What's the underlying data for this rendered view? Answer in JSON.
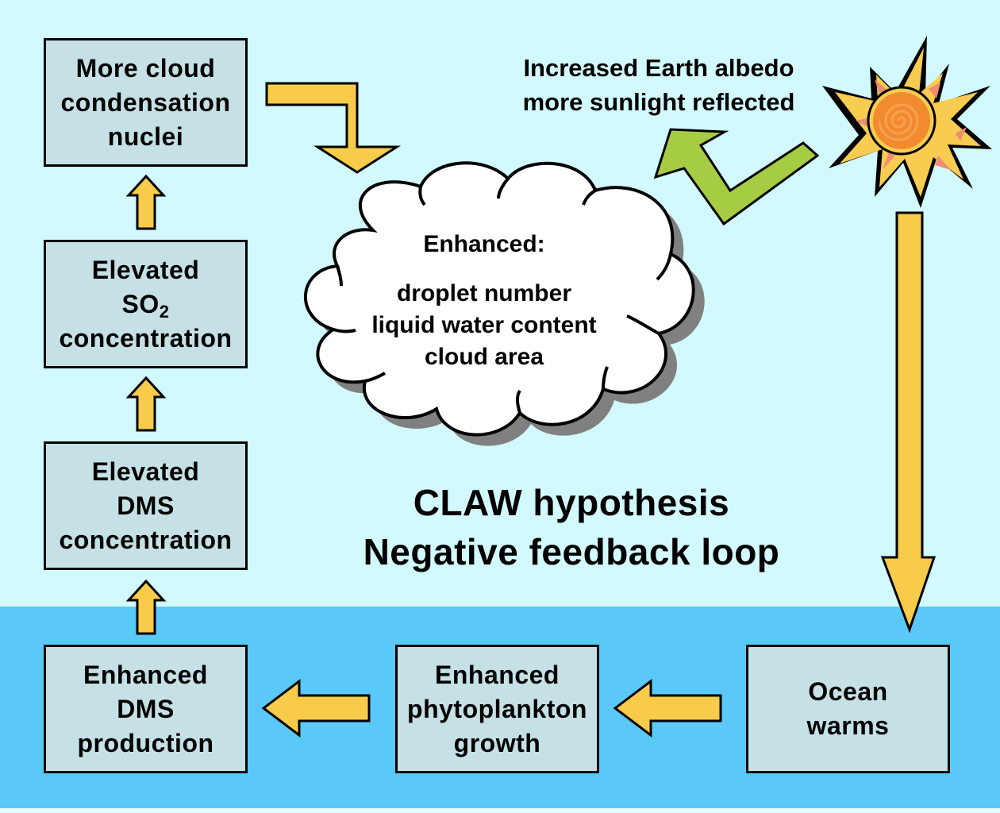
{
  "diagram": {
    "title_line1": "CLAW hypothesis",
    "title_line2": "Negative feedback loop",
    "albedo_label": {
      "line1": "Increased Earth albedo",
      "line2": "more sunlight reflected"
    },
    "cloud": {
      "heading": "Enhanced:",
      "items": [
        "droplet number",
        "liquid water content",
        "cloud area"
      ]
    },
    "boxes": {
      "ccn": [
        "More cloud",
        "condensation",
        "nuclei"
      ],
      "so2": {
        "line1": "Elevated",
        "line2_main": "SO",
        "line2_sub": "2",
        "line3": "concentration"
      },
      "dms_conc": [
        "Elevated",
        "DMS",
        "concentration"
      ],
      "dms_prod": [
        "Enhanced",
        "DMS",
        "production"
      ],
      "phyto": [
        "Enhanced",
        "phytoplankton",
        "growth"
      ],
      "ocean": [
        "Ocean",
        "warms"
      ]
    },
    "colors": {
      "sky": "#d2f9fd",
      "sea": "#5bc9f8",
      "box_fill": "#c5e1e5",
      "arrow_yellow": "#f8cc4a",
      "arrow_green": "#a6cc44",
      "sun_yellow": "#f8cc50",
      "sun_orange": "#f28a30",
      "sun_pink": "#f08c70"
    }
  }
}
